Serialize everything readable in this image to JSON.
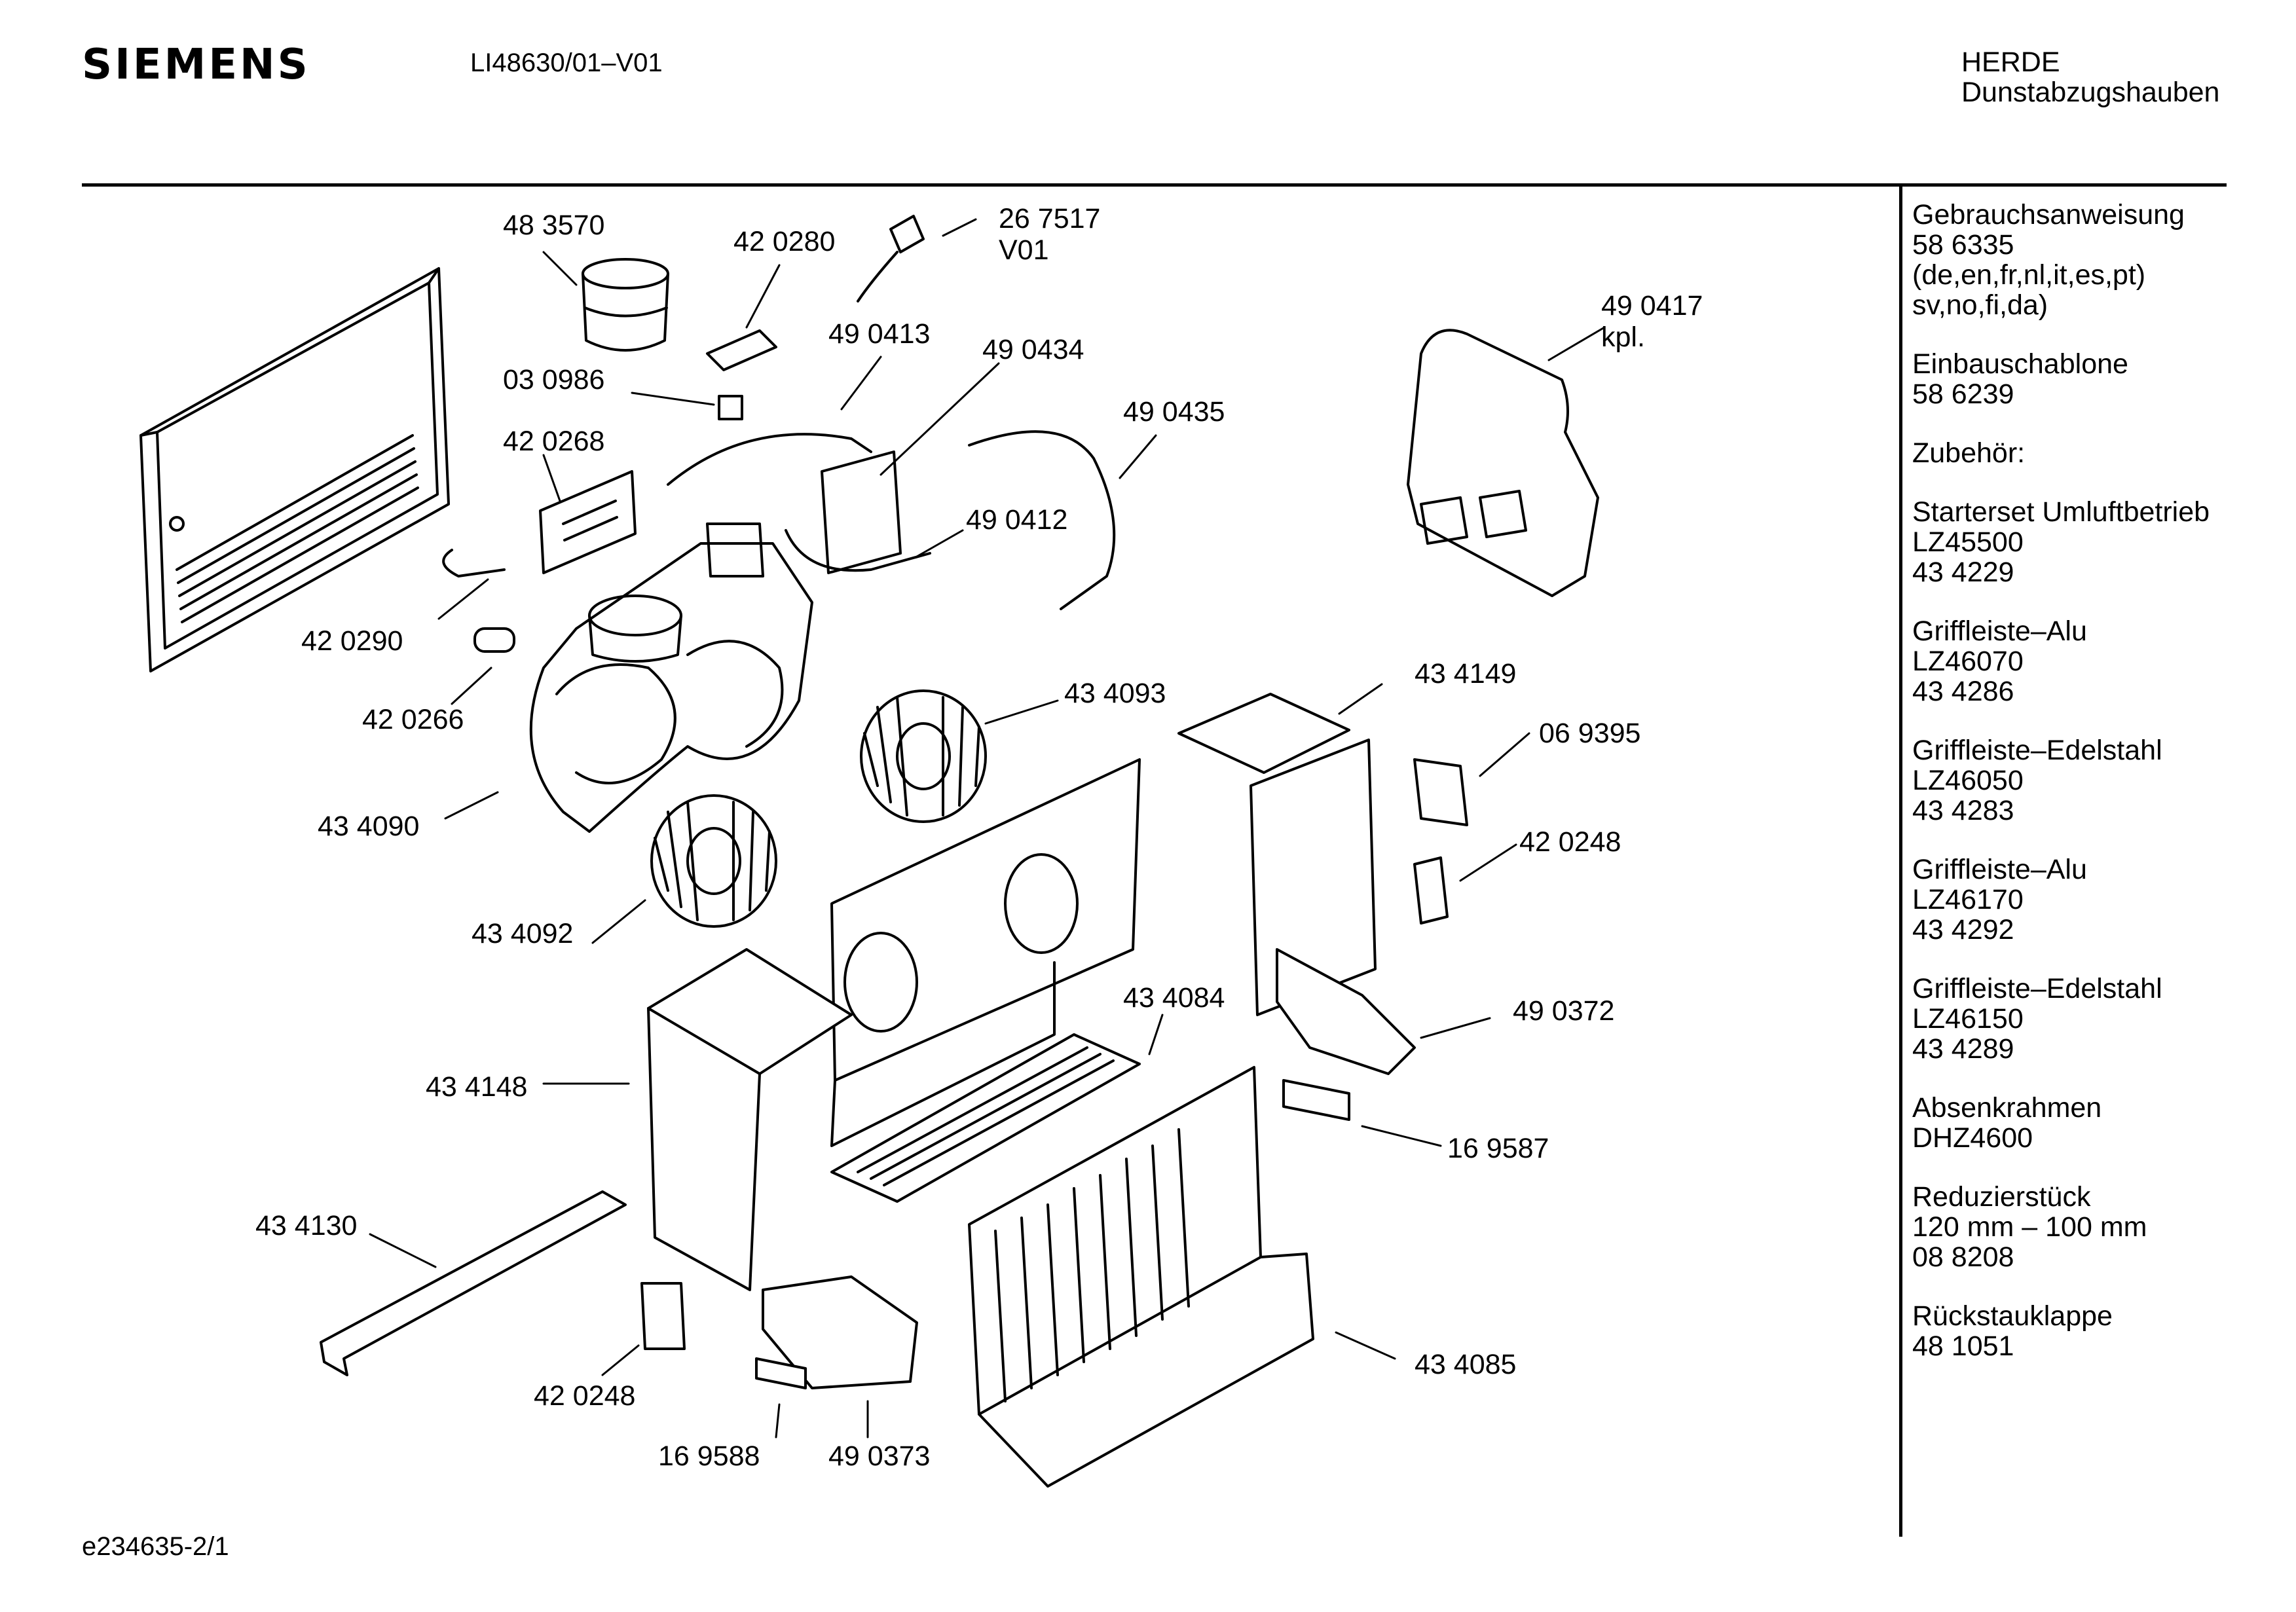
{
  "header": {
    "brand": "SIEMENS",
    "model": "LI48630/01–V01",
    "category_line1": "HERDE",
    "category_line2": "Dunstabzugshauben"
  },
  "footer": {
    "drawing_id": "e234635-2/1"
  },
  "sidebar": [
    {
      "lines": [
        "Gebrauchsanweisung",
        "58 6335",
        "(de,en,fr,nl,it,es,pt)",
        "sv,no,fi,da)"
      ]
    },
    {
      "lines": [
        "Einbauschablone",
        "58 6239"
      ]
    },
    {
      "lines": [
        "Zubehör:"
      ]
    },
    {
      "lines": [
        "Starterset Umluftbetrieb",
        "LZ45500",
        "43 4229"
      ]
    },
    {
      "lines": [
        "Griffleiste–Alu",
        "LZ46070",
        "43 4286"
      ]
    },
    {
      "lines": [
        "Griffleiste–Edelstahl",
        "LZ46050",
        "43 4283"
      ]
    },
    {
      "lines": [
        "Griffleiste–Alu",
        "LZ46170",
        "43 4292"
      ]
    },
    {
      "lines": [
        "Griffleiste–Edelstahl",
        "LZ46150",
        "43 4289"
      ]
    },
    {
      "lines": [
        "Absenkrahmen",
        "DHZ4600"
      ]
    },
    {
      "lines": [
        "Reduzierstück",
        "120 mm – 100 mm",
        "08 8208"
      ]
    },
    {
      "lines": [
        "Rückstauklappe",
        "48 1051"
      ]
    }
  ],
  "parts": [
    {
      "id": "p483570",
      "label": "48 3570"
    },
    {
      "id": "p420280",
      "label": "42 0280"
    },
    {
      "id": "p267517",
      "label": "26 7517\nV01"
    },
    {
      "id": "p030986",
      "label": "03 0986"
    },
    {
      "id": "p490413",
      "label": "49 0413"
    },
    {
      "id": "p490434",
      "label": "49 0434"
    },
    {
      "id": "p420268",
      "label": "42 0268"
    },
    {
      "id": "p490435",
      "label": "49 0435"
    },
    {
      "id": "p490417",
      "label": "49 0417\nkpl."
    },
    {
      "id": "p490412",
      "label": "49 0412"
    },
    {
      "id": "p420290",
      "label": "42 0290"
    },
    {
      "id": "p420266",
      "label": "42 0266"
    },
    {
      "id": "p434093",
      "label": "43 4093"
    },
    {
      "id": "p434149",
      "label": "43 4149"
    },
    {
      "id": "p069395",
      "label": "06 9395"
    },
    {
      "id": "p434090",
      "label": "43 4090"
    },
    {
      "id": "p420248a",
      "label": "42 0248"
    },
    {
      "id": "p434092",
      "label": "43 4092"
    },
    {
      "id": "p434084",
      "label": "43 4084"
    },
    {
      "id": "p490372",
      "label": "49 0372"
    },
    {
      "id": "p434148",
      "label": "43 4148"
    },
    {
      "id": "p169587",
      "label": "16 9587"
    },
    {
      "id": "p434130",
      "label": "43 4130"
    },
    {
      "id": "p434085",
      "label": "43 4085"
    },
    {
      "id": "p420248b",
      "label": "42 0248"
    },
    {
      "id": "p169588",
      "label": "16 9588"
    },
    {
      "id": "p490373",
      "label": "49 0373"
    }
  ]
}
